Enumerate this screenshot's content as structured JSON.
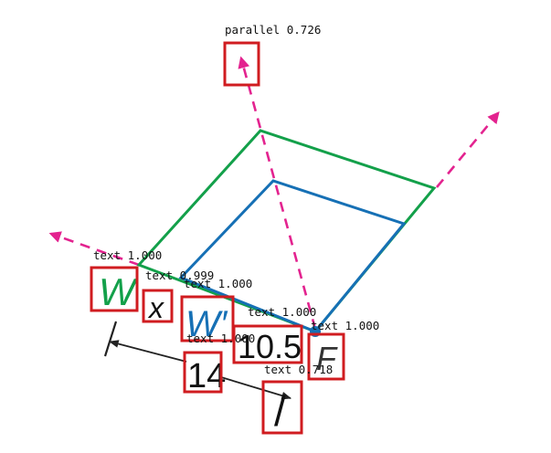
{
  "colors": {
    "outer_square": "#13a04a",
    "inner_square": "#1670b5",
    "axis_arrows": "#e3238f",
    "box": "#d01c20",
    "dimension": "#222222",
    "label_text": "#111111"
  },
  "detections": [
    {
      "label": "parallel",
      "score": "0.726"
    },
    {
      "label": "text",
      "score": "1.000"
    },
    {
      "label": "text",
      "score": "0.999"
    },
    {
      "label": "text",
      "score": "1.000"
    },
    {
      "label": "text",
      "score": "1.000"
    },
    {
      "label": "text",
      "score": "1.000"
    },
    {
      "label": "text",
      "score": "1.000"
    },
    {
      "label": "text",
      "score": "0.718"
    }
  ],
  "glyphs": {
    "w": "W",
    "x": "x",
    "w_prime": "W′",
    "dim_10_5": "10.5",
    "f": "F",
    "dim_14": "14",
    "slash": "/"
  }
}
